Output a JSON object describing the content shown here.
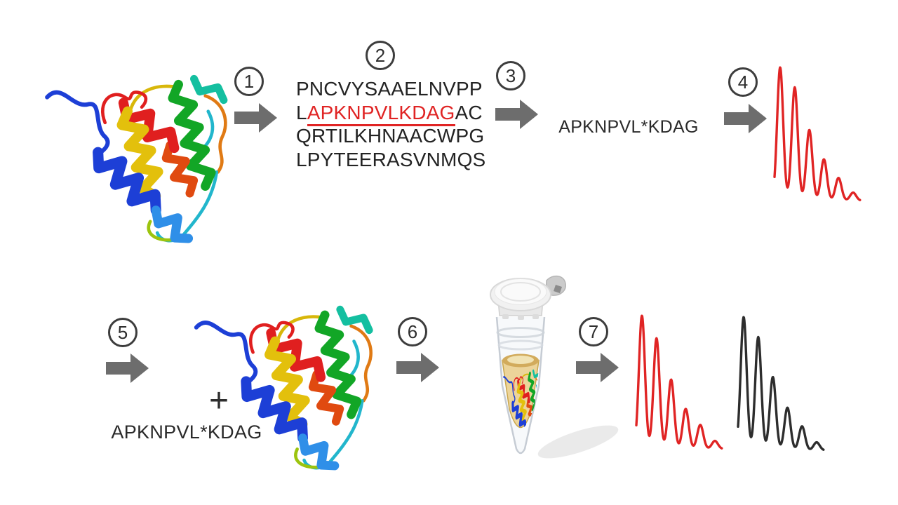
{
  "colors": {
    "background": "#ffffff",
    "arrow": "#6d6d6d",
    "text": "#232323",
    "circle": "#3d3d3d",
    "highlight": "#e02424",
    "spectrumRed": "#e02424",
    "spectrumBlack": "#2d2d2d"
  },
  "steps": {
    "step1": "1",
    "step2": "2",
    "step3": "3",
    "step4": "4",
    "step5": "5",
    "step6": "6",
    "step7": "7"
  },
  "sequence": {
    "line1": "PNCVYSAAELNVPP",
    "line2_prefix": "L",
    "line2_highlight": "APKNPVLKDAG",
    "line2_suffix": "AC",
    "line3": "QRTILKHNAACWPG",
    "line4": "LPYTEERASVNMQS"
  },
  "peptide": {
    "step3_label": "APKNPVL*KDAG",
    "plus": "+",
    "step5_label": "APKNPVL*KDAG"
  },
  "illustrations": {
    "protein_top": "rainbow-ribbon-protein-structure",
    "protein_bottom": "rainbow-ribbon-protein-structure",
    "tube": "microcentrifuge-tube-containing-protein-solution"
  },
  "spectra": {
    "step4": {
      "color": "#e02424",
      "peaks": [
        1.0,
        0.85,
        0.53,
        0.31,
        0.17,
        0.06
      ]
    },
    "step7_red": {
      "color": "#e02424",
      "peaks": [
        1.0,
        0.83,
        0.52,
        0.3,
        0.18,
        0.06
      ]
    },
    "step7_black": {
      "color": "#2d2d2d",
      "peaks": [
        1.0,
        0.85,
        0.55,
        0.32,
        0.18,
        0.06
      ]
    }
  }
}
